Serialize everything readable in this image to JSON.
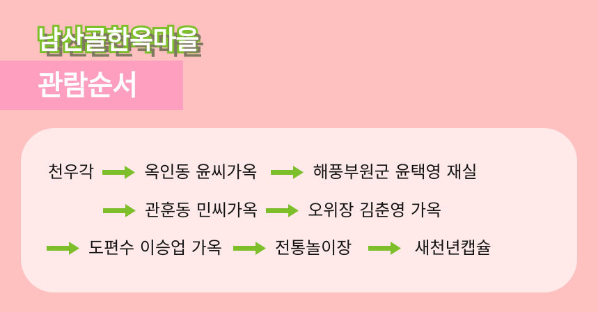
{
  "title": {
    "main": "남산골한옥마을",
    "sub": "관람순서"
  },
  "colors": {
    "background": "#ffc0c0",
    "title_band": "#ff9fc0",
    "title_outline": "#7cbf2a",
    "title_shadow": "#7f7a5f",
    "card": "#ffe9e9",
    "arrow": "#7cbf2a",
    "text": "#111111"
  },
  "route": {
    "rows": [
      {
        "stops": [
          "천우각",
          "옥인동 윤씨가옥",
          "해풍부원군 윤택영 재실"
        ]
      },
      {
        "stops": [
          "관훈동 민씨가옥",
          "오위장 김춘영 가옥"
        ]
      },
      {
        "stops": [
          "도편수 이승업 가옥",
          "전통놀이장",
          "새천년캡슐"
        ]
      }
    ],
    "arrow_icon": "right-arrow-icon"
  }
}
